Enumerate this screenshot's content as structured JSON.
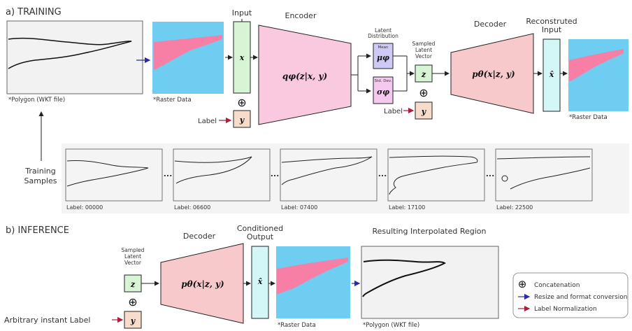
{
  "training": {
    "title": "a) TRAINING",
    "polygon_caption": "*Polygon (WKT file)",
    "raster_caption": "*Raster Data",
    "input_label": "Input",
    "x_symbol": "x",
    "concat_symbol": "⊕",
    "label_text": "Label",
    "y_symbol": "y",
    "encoder_label": "Encoder",
    "encoder_formula": "qφ(z|x, y)",
    "latent_dist_label_1": "Latent",
    "latent_dist_label_2": "Distribution",
    "mean_label": "Mean",
    "mu_symbol": "μφ",
    "std_label": "Std. Dev.",
    "sigma_symbol": "σφ",
    "sampled_label_1": "Sampled",
    "sampled_label_2": "Latent",
    "sampled_label_3": "Vector",
    "z_symbol": "z",
    "label2_text": "Label",
    "decoder_label": "Decoder",
    "decoder_formula": "pθ(x|z, y)",
    "reconstructed_label_1": "Reconstruted",
    "reconstructed_label_2": "Input",
    "xhat_symbol": "x̂",
    "raster_caption_out": "*Raster Data"
  },
  "samples": {
    "title_1": "Training",
    "title_2": "Samples",
    "ellipsis": "...",
    "labels": [
      "Label:  00000",
      "Label:  06600",
      "Label:  07400",
      "Label:  17100",
      "Label:  22500"
    ]
  },
  "inference": {
    "title": "b) INFERENCE",
    "sampled_label_1": "Sampled",
    "sampled_label_2": "Latent",
    "sampled_label_3": "Vector",
    "z_symbol": "z",
    "concat_symbol": "⊕",
    "arbitrary_label": "Arbitrary instant Label",
    "y_symbol": "y",
    "decoder_label": "Decoder",
    "decoder_formula": "pθ(x|z, y)",
    "conditioned_label_1": "Conditioned",
    "conditioned_label_2": "Output",
    "xhat_symbol": "x̂",
    "raster_caption": "*Raster Data",
    "result_label": "Resulting Interpolated Region",
    "polygon_caption": "*Polygon (WKT file)"
  },
  "legend": {
    "concat_symbol": "⊕",
    "concat": "Concatenation",
    "resize": "Resize and format conversion",
    "normalize": "Label Normalization"
  },
  "colors": {
    "raster_sky": "#6fcdf2",
    "raster_region": "#f77fa5",
    "input_green": "#d7f5d5",
    "encoder_pink": "#f8c9df",
    "decoder_pink": "#f8c9cb",
    "label_orange": "#f7dccb",
    "mu_purple": "#cfc9f5",
    "sigma_pink": "#f4c8ef",
    "output_cyan": "#d3f6f6",
    "blue_arrow": "#2a2aa8",
    "red_arrow": "#b01c3c"
  }
}
